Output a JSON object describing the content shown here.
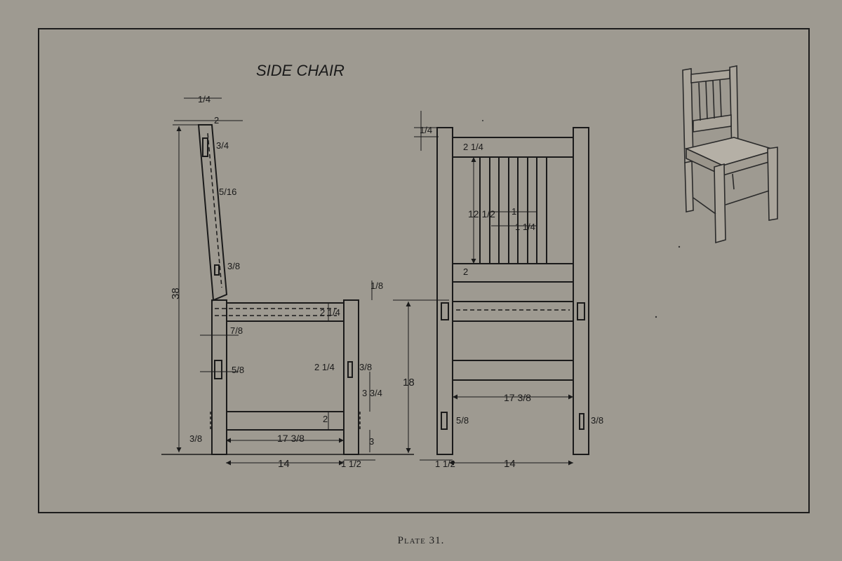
{
  "title": "SIDE CHAIR",
  "caption": "Plate 31.",
  "side_view": {
    "dims": {
      "back_top": "1/4",
      "back_width": "2",
      "mortise_a": "3/4",
      "slope": "5/16",
      "lower_back": "3/8",
      "overall_height": "38",
      "seat_rail": "2 1/4",
      "tenon_a": "7/8",
      "front_rail": "2 1/4",
      "side_tenon": "5/8",
      "front_tenon": "3/8",
      "drop": "3 3/4",
      "stretcher": "2",
      "length": "17 3/8",
      "bottom": "3/8",
      "leg_bottom": "3",
      "depth": "14",
      "leg": "1 1/2"
    }
  },
  "front_view": {
    "dims": {
      "top": "1/4",
      "top_rail": "2 1/4",
      "slat_length": "12 1/2",
      "slat_width": "1",
      "slat_gap": "1 1/4",
      "bottom_rail": "2",
      "seat_offset": "1/8",
      "seat_height": "18",
      "width": "17 3/8",
      "left_tenon": "5/8",
      "right_tenon": "3/8",
      "leg": "1 1/2",
      "width_bottom": "14"
    }
  }
}
